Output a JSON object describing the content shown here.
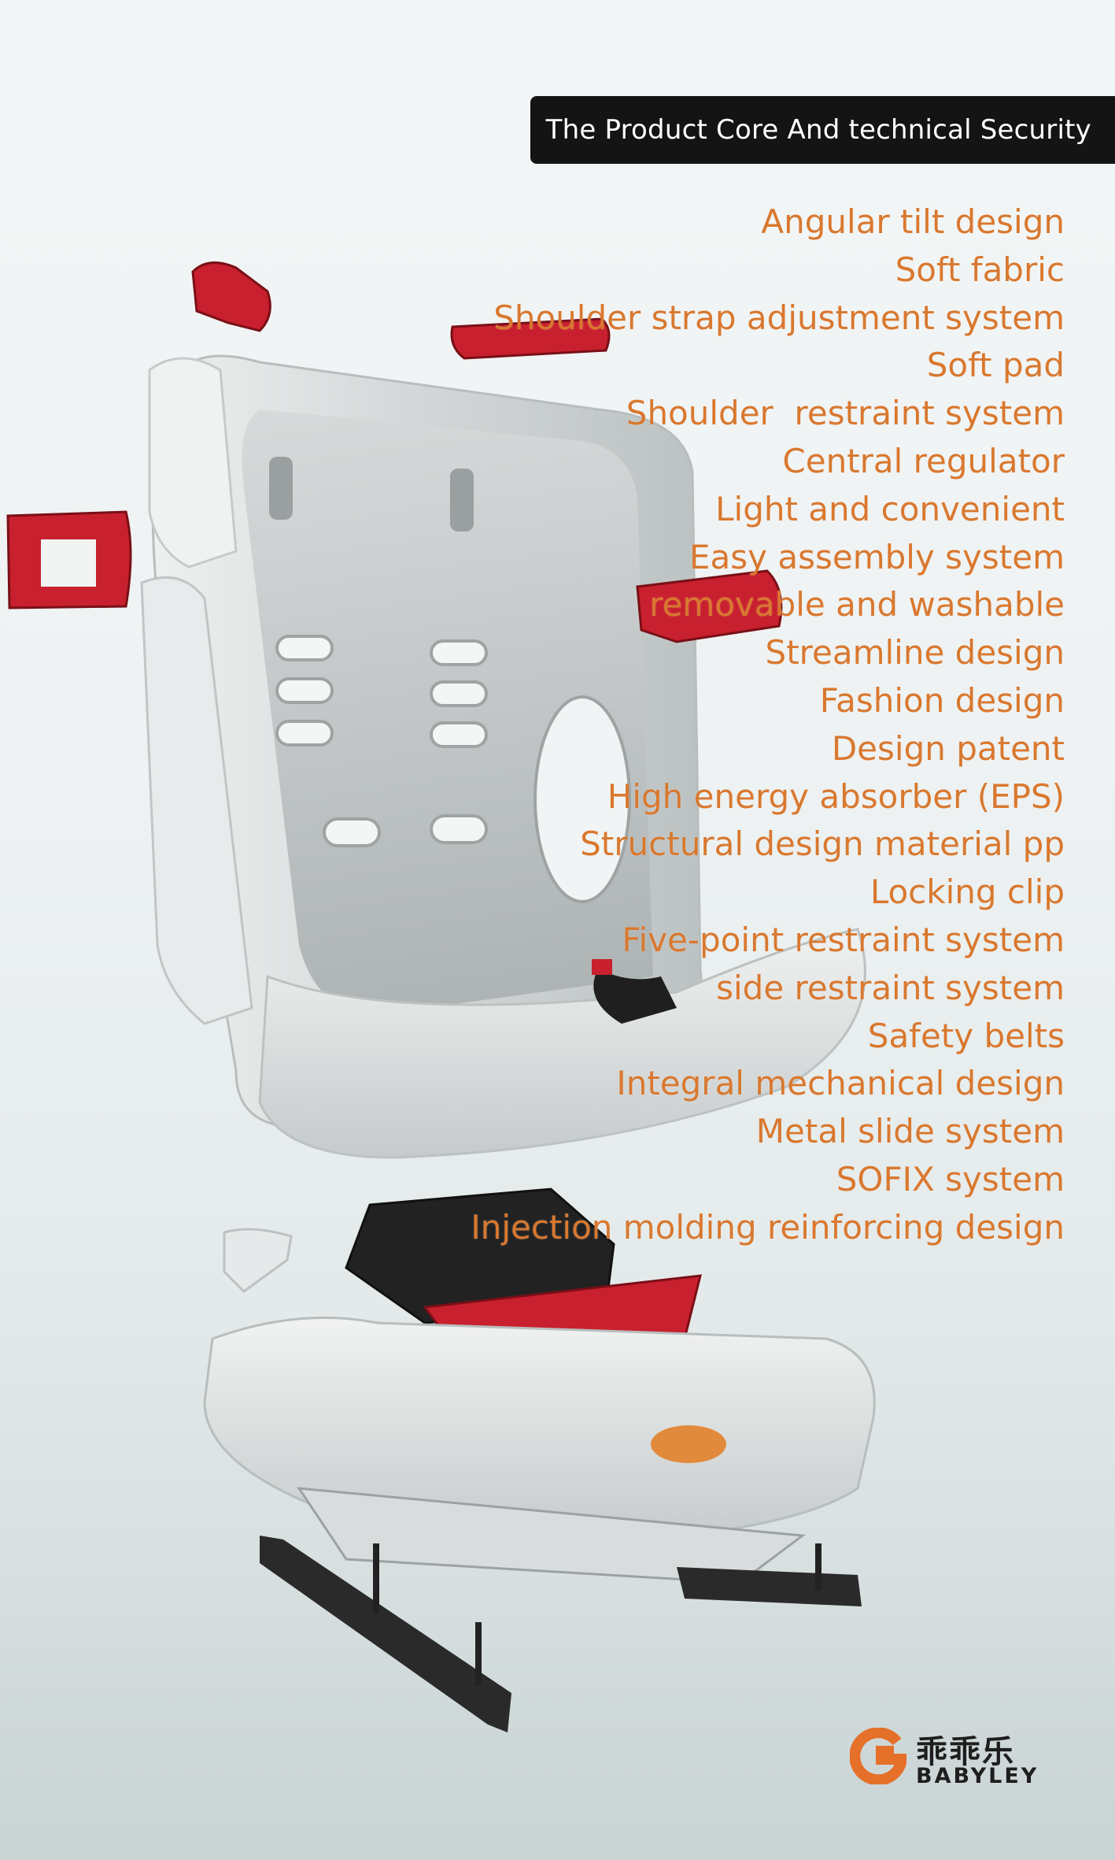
{
  "header": {
    "title": "The Product Core And technical Security"
  },
  "features": [
    "Angular tilt design",
    "Soft fabric",
    "Shoulder strap adjustment system",
    "Soft pad",
    "Shoulder  restraint system",
    "Central regulator",
    "Light and convenient",
    "Easy assembly system",
    "removable and washable",
    "Streamline design",
    "Fashion design",
    "Design patent",
    "High energy absorber (EPS)",
    "Structural design material pp",
    "Locking clip",
    "Five-point restraint system",
    "side restraint system",
    "Safety belts",
    "Integral mechanical design",
    "Metal slide system",
    "SOFIX system",
    "Injection molding reinforcing design"
  ],
  "brand": {
    "name_cn": "乖乖乐",
    "name_en": "BABYLEY"
  },
  "colors": {
    "accent": "#d9782f",
    "header_bg": "#141414",
    "part_red": "#c8202e",
    "shell": "#d3d6d6"
  }
}
